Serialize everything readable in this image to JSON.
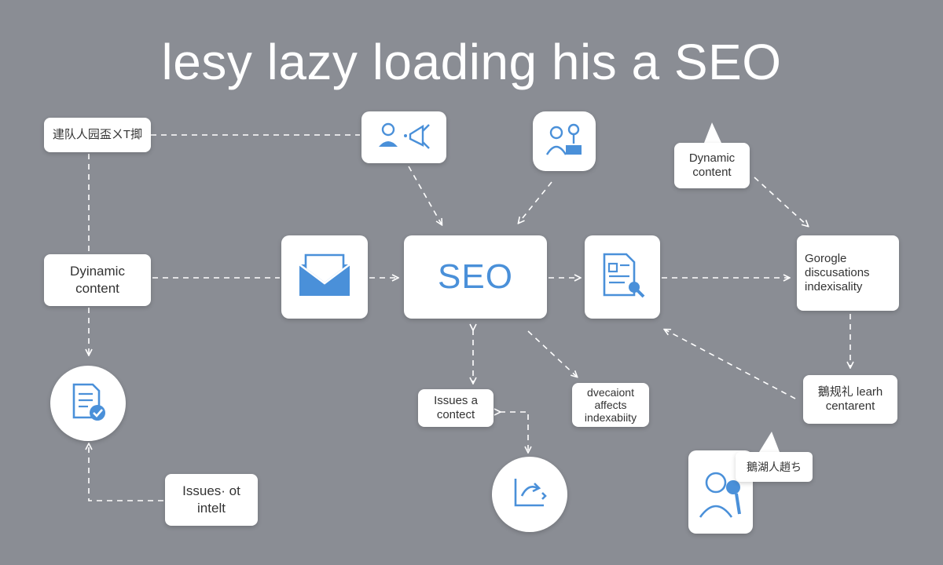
{
  "title": "lesy lazy loading his a SEO",
  "colors": {
    "background": "#8a8d94",
    "accent": "#4a90d9",
    "box": "#ffffff",
    "connector": "#ffffff"
  },
  "nodes": {
    "top_left_label": "䢖队人园盃ㄨT揤",
    "dynamic_left": "Dyinamic\ncontent",
    "dynamic_top_right": "Dynamic\ncontent",
    "seo": "SEO",
    "google": "Gorogle\ndiscusations\nindexisality",
    "issues_a_contect": "Issues a\ncontect",
    "dvecaiont": "dvecaiont\naffects\nindexabiity",
    "issues_ot_intelt": "Issues· ot\nintelt",
    "learn_centarent": "鵝规礼  learh\ncentarent",
    "speech_cjk": "鵝湖人趙ち"
  },
  "icons": {
    "person_megaphone": "person-megaphone-icon",
    "people_pins": "people-pins-icon",
    "envelope": "envelope-icon",
    "document_search": "document-search-icon",
    "document_check": "document-check-icon",
    "chart_refresh": "chart-refresh-icon",
    "person_magnifier": "person-magnifier-icon"
  }
}
